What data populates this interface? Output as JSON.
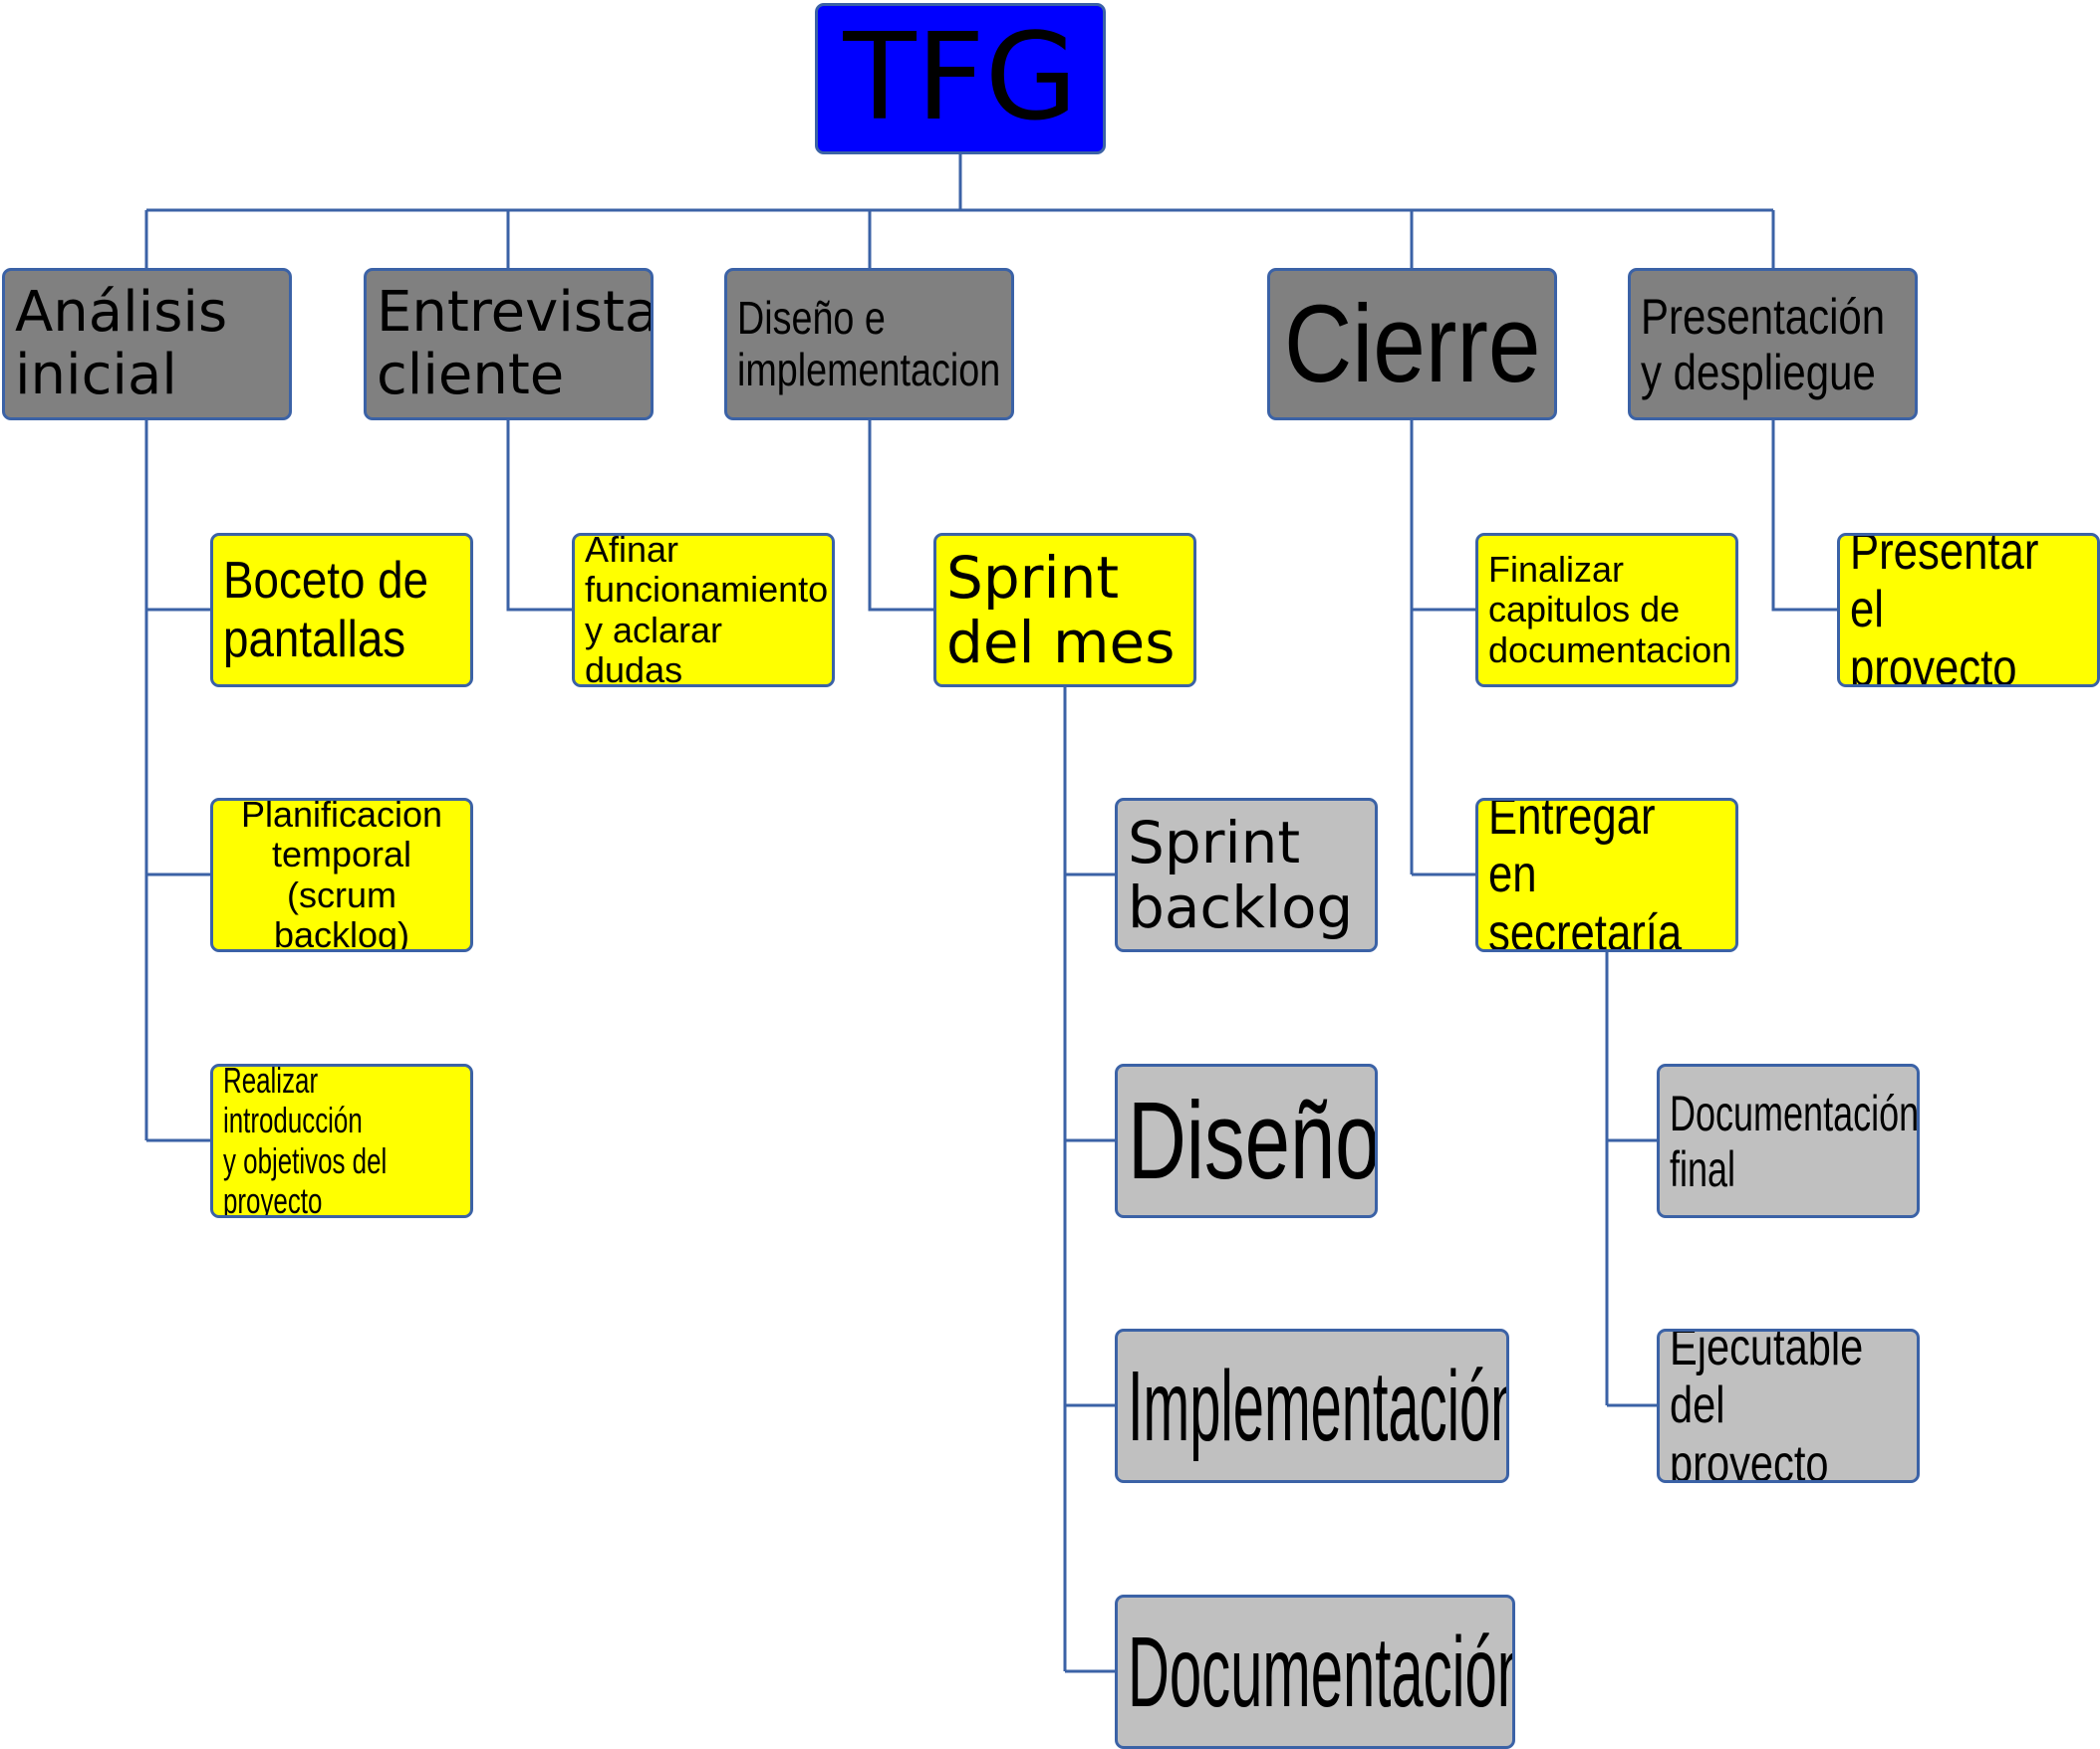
{
  "colors": {
    "root_fill": "#0000ff",
    "level1_fill": "#808080",
    "task_fill_yellow": "#ffff00",
    "task_fill_grey": "#c0c0c0",
    "connector": "#3b62a6",
    "border": "#3b62a6"
  },
  "nodes": {
    "tfg": "TFG",
    "analisis": "Análisis\ninicial",
    "entrevista": "Entrevista\ncliente",
    "diseno_impl": "Diseño e\nimplementacion",
    "cierre": "Cierre",
    "presentacion": "Presentación\ny despliegue",
    "boceto": "Boceto de\npantallas",
    "planificacion": "Planificacion\ntemporal\n(scrum backlog)",
    "realizar": "Realizar introducción\ny objetivos del proyecto",
    "afinar": "Afinar\nfuncionamiento\ny aclarar dudas",
    "sprint_mes": "Sprint\ndel mes",
    "sprint_backlog": "Sprint\nbacklog",
    "diseno": "Diseño",
    "implementacion": "Implementación",
    "documentacion": "Documentación",
    "finalizar": "Finalizar\ncapitulos de\ndocumentacion",
    "entregar": "Entregar\nen secretaría",
    "doc_final": "Documentación\nfinal",
    "ejecutable": "Ejecutable\ndel proyecto",
    "presentar": "Presentar el\nproyecto"
  }
}
